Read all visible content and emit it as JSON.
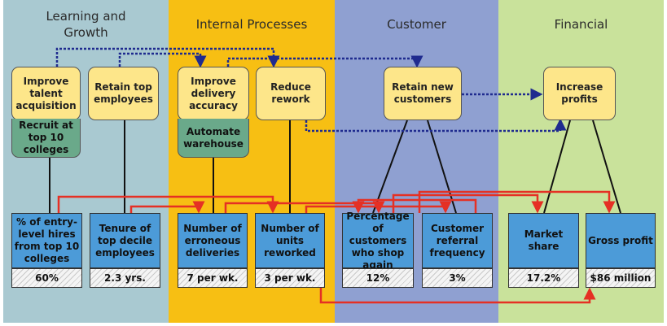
{
  "perspectives": [
    {
      "title": "Learning and Growth",
      "color": "#a9c9d1"
    },
    {
      "title": "Internal Processes",
      "color": "#f7bf13"
    },
    {
      "title": "Customer",
      "color": "#8fa0d1"
    },
    {
      "title": "Financial",
      "color": "#c9e29b"
    }
  ],
  "objectives": [
    {
      "id": "improve-talent",
      "label": "Improve talent acquisition"
    },
    {
      "id": "retain-employees",
      "label": "Retain top employees"
    },
    {
      "id": "improve-delivery",
      "label": "Improve delivery accuracy"
    },
    {
      "id": "reduce-rework",
      "label": "Reduce rework"
    },
    {
      "id": "retain-customers",
      "label": "Retain new customers"
    },
    {
      "id": "increase-profits",
      "label": "Increase profits"
    }
  ],
  "actions": [
    {
      "id": "recruit",
      "label": "Recruit at top 10 colleges"
    },
    {
      "id": "automate",
      "label": "Automate warehouse"
    }
  ],
  "measures": [
    {
      "id": "entry-hires",
      "label": "% of entry-level hires from top 10 colleges",
      "value": "60%"
    },
    {
      "id": "tenure",
      "label": "Tenure of top decile employees",
      "value": "2.3 yrs."
    },
    {
      "id": "erroneous",
      "label": "Number of erroneous deliveries",
      "value": "7 per wk."
    },
    {
      "id": "reworked",
      "label": "Number of units reworked",
      "value": "3 per wk."
    },
    {
      "id": "shop-again",
      "label": "Percentage of customers who shop again",
      "value": "12%"
    },
    {
      "id": "referral",
      "label": "Customer referral frequency",
      "value": "3%"
    },
    {
      "id": "market-share",
      "label": "Market share",
      "value": "17.2%"
    },
    {
      "id": "gross-profit",
      "label": "Gross profit",
      "value": "$86 million"
    }
  ],
  "colors": {
    "objective_fill": "#fde68a",
    "action_fill": "#6aa98a",
    "measure_fill": "#4c9bd8",
    "dotted_link": "#1f2b8f",
    "red_link": "#e53024"
  }
}
